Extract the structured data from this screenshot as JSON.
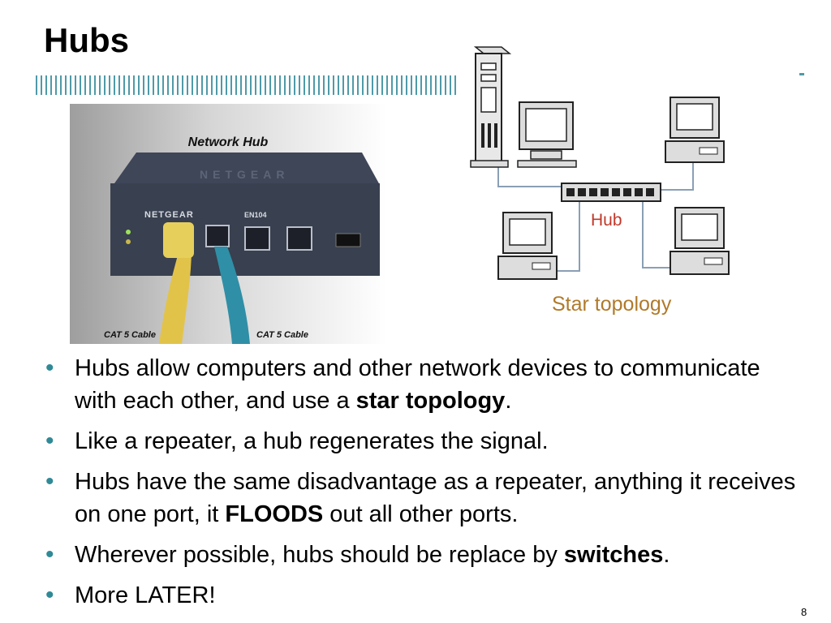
{
  "slide": {
    "title": "Hubs",
    "page_number": "8"
  },
  "photo": {
    "label": "Network Hub",
    "brand_top": "NETGEAR",
    "brand_front": "NETGEAR",
    "model": "EN104",
    "cable_left": "CAT 5 Cable",
    "cable_right": "CAT 5 Cable"
  },
  "diagram": {
    "hub_label": "Hub",
    "caption": "Star topology"
  },
  "bullets": [
    {
      "pre": "Hubs allow computers and other network devices to communicate with each other, and use a ",
      "bold": "star topology",
      "post": "."
    },
    {
      "pre": "Like a repeater, a hub regenerates the signal.",
      "bold": "",
      "post": ""
    },
    {
      "pre": "Hubs have the same disadvantage as a repeater, anything it receives on one port, it ",
      "bold": "FLOODS",
      "post": " out all other ports."
    },
    {
      "pre": "Wherever possible, hubs should be replace by ",
      "bold": "switches",
      "post": "."
    },
    {
      "pre": "More LATER!",
      "bold": "",
      "post": ""
    }
  ],
  "colors": {
    "accent": "#2f8a96",
    "rule": "#4f9aa8",
    "hub_label": "#c0392b",
    "caption": "#b07a2a"
  }
}
